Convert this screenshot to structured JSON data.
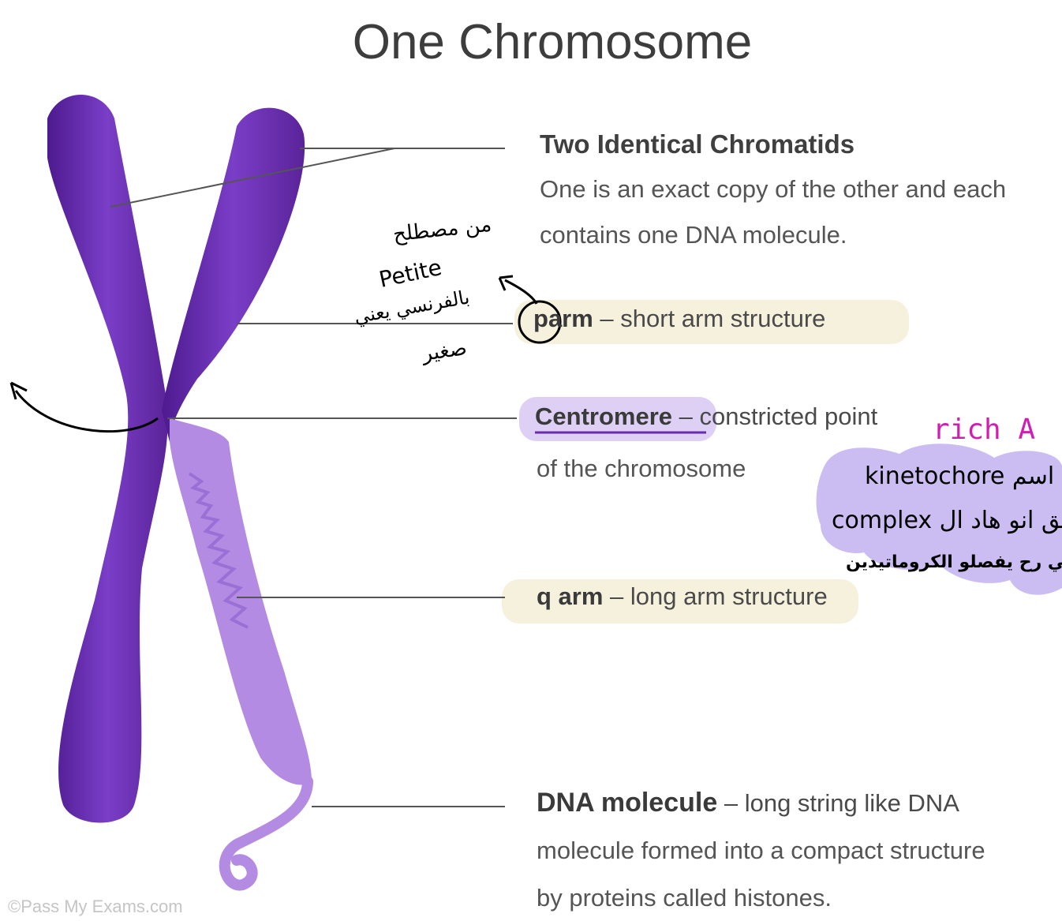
{
  "title": "One Chromosome",
  "labels": {
    "chromatids_title": "Two Identical Chromatids",
    "chromatids_desc_1": "One is an exact copy of the other and each",
    "chromatids_desc_2": "contains one DNA molecule.",
    "p_letter": "p",
    "p_arm": "arm",
    "p_desc": " – short arm structure",
    "centromere": "Centromere",
    "centromere_desc_1": " – constricted point",
    "centromere_desc_2": "of the chromosome",
    "q_arm": "q arm",
    "q_desc": " – long arm structure",
    "dna": "DNA molecule",
    "dna_desc_1": " – long string like DNA",
    "dna_desc_2": "molecule formed into a compact structure",
    "dna_desc_3": "by proteins called histones."
  },
  "watermark": "©Pass My Exams.com",
  "annotations": {
    "rich_a": "rich A",
    "arabic_note_1": "من مصطلح",
    "petite": "Petite",
    "arabic_note_2": "بالفرنسي يعني",
    "arabic_note_3": "صغير",
    "kinetochore_line": "kinetochore اسم",
    "complex_line": "complex يق انو هاد ال",
    "arabic_bottom": "الي رح يفصلو الكروماتيدين"
  },
  "colors": {
    "chromosome": "#6a2bb0",
    "dna_coil": "#b48be3",
    "highlight_yellow": "#f6f1dc",
    "highlight_purple": "#ddd0f4",
    "blob_purple": "#cbbdf2",
    "rich_pink": "#d01fb0"
  }
}
